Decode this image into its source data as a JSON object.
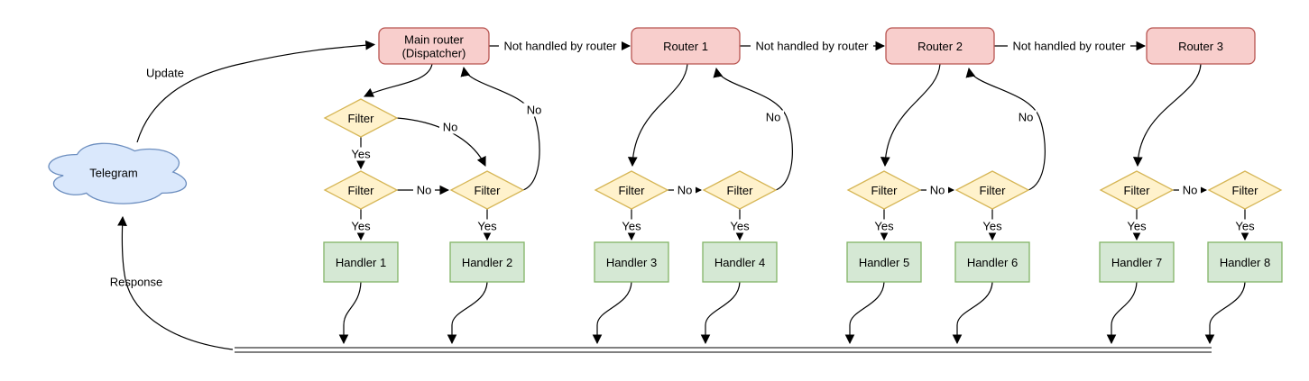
{
  "cloud": {
    "label": "Telegram"
  },
  "labels": {
    "update": "Update",
    "response": "Response",
    "not_handled": "Not handled by router",
    "yes": "Yes",
    "no": "No",
    "filter": "Filter"
  },
  "routers": {
    "main": {
      "line1": "Main router",
      "line2": "(Dispatcher)"
    },
    "r1": "Router 1",
    "r2": "Router 2",
    "r3": "Router 3"
  },
  "handlers": [
    "Handler 1",
    "Handler 2",
    "Handler 3",
    "Handler 4",
    "Handler 5",
    "Handler 6",
    "Handler 7",
    "Handler 8"
  ],
  "colors": {
    "cloud_fill": "#dae8fc",
    "cloud_stroke": "#6c8ebf",
    "router_fill": "#f8cecc",
    "router_stroke": "#b85450",
    "filter_fill": "#fff2cc",
    "filter_stroke": "#d6b656",
    "handler_fill": "#d5e8d4",
    "handler_stroke": "#82b366",
    "edge": "#000000",
    "background": "#ffffff"
  }
}
